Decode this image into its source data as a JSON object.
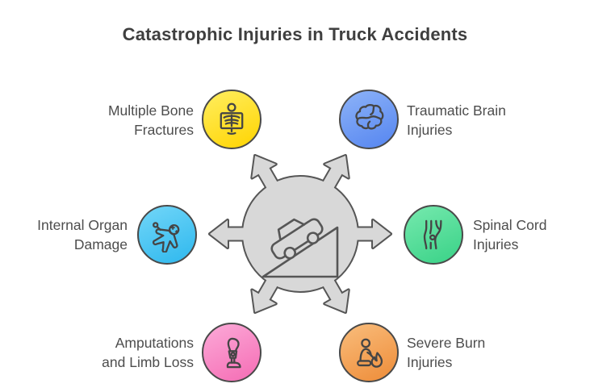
{
  "title": "Catastrophic Injuries in Truck Accidents",
  "colors": {
    "background": "#ffffff",
    "title_text": "#3f3f3f",
    "label_text": "#4d4d4d",
    "badge_border": "#494949",
    "icon_stroke": "#454545",
    "hub_fill": "#d8d8d8",
    "hub_stroke": "#565656"
  },
  "center": {
    "icon": "car-downhill-accident-icon",
    "description": "gray circle hub with six outward arrows and a car sliding down a slope"
  },
  "items": [
    {
      "id": "bone",
      "label": "Multiple Bone\nFractures",
      "side": "left",
      "icon": "xray-icon",
      "color_start": "#ffee60",
      "color_end": "#ffd400"
    },
    {
      "id": "brain",
      "label": "Traumatic Brain\nInjuries",
      "side": "right",
      "icon": "brain-icon",
      "color_start": "#8db3f8",
      "color_end": "#5585f0"
    },
    {
      "id": "organ",
      "label": "Internal Organ\nDamage",
      "side": "left",
      "icon": "voodoo-doll-icon",
      "color_start": "#72d6f8",
      "color_end": "#2eb8ee"
    },
    {
      "id": "spinal",
      "label": "Spinal Cord\nInjuries",
      "side": "right",
      "icon": "knee-joint-icon",
      "color_start": "#76e9ae",
      "color_end": "#39d287"
    },
    {
      "id": "amp",
      "label": "Amputations\nand Limb Loss",
      "side": "left",
      "icon": "prosthetic-leg-icon",
      "color_start": "#fcaad8",
      "color_end": "#f56cb4"
    },
    {
      "id": "burn",
      "label": "Severe Burn\nInjuries",
      "side": "right",
      "icon": "burn-person-icon",
      "color_start": "#f9bd7c",
      "color_end": "#ee8c38"
    }
  ]
}
